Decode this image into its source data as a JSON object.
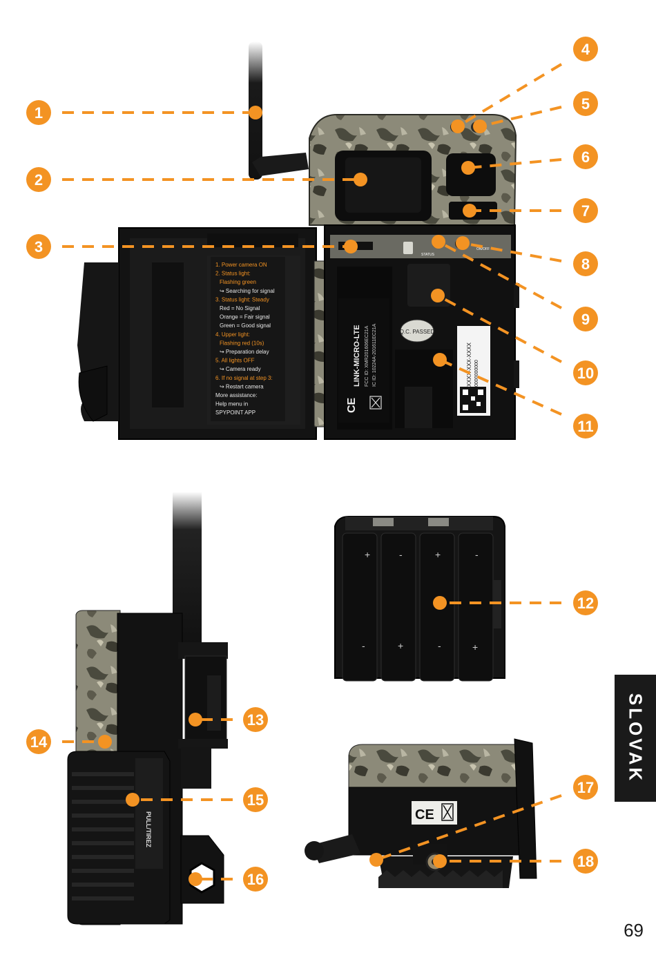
{
  "page": {
    "language_tab": "SLOVAK",
    "page_number": "69"
  },
  "colors": {
    "callout_orange": "#f39323",
    "camo_base": "#8c8a79",
    "body_black": "#111111"
  },
  "callouts": [
    "1",
    "2",
    "3",
    "4",
    "5",
    "6",
    "7",
    "8",
    "9",
    "10",
    "11",
    "12",
    "13",
    "14",
    "15",
    "16",
    "17",
    "18"
  ],
  "instructions": {
    "lines": [
      "1. Power camera ON",
      "2. Status light:",
      "Flashing green",
      "↪ Searching for signal",
      "3. Status light: Steady",
      "Red = No Signal",
      "Orange = Fair signal",
      "Green = Good signal",
      "4. Upper light:",
      "Flashing red (10s)",
      "↪ Preparation delay",
      "5. All lights OFF",
      "↪ Camera ready",
      "6. If no signal at step 3:",
      "↪ Restart camera",
      "More assistance:",
      "Help menu in",
      "SPYPOINT APP"
    ]
  },
  "device_label": {
    "model": "LINK-MICRO-LTE",
    "fcc": "FCC ID: XMR201606EC21A",
    "ic": "IC ID: 10224A-201611EC21A",
    "ce": "CE",
    "qc": "Q.C. PASSED",
    "serial": "XXXX-XXX-XXXX",
    "serial2": "0000000000"
  },
  "side_labels": {
    "status": "STATUS",
    "on_off": "ON/OFF",
    "pull_tab": "PULL/TIREZ"
  },
  "battery_labels": {
    "plus": "+",
    "minus": "-"
  }
}
